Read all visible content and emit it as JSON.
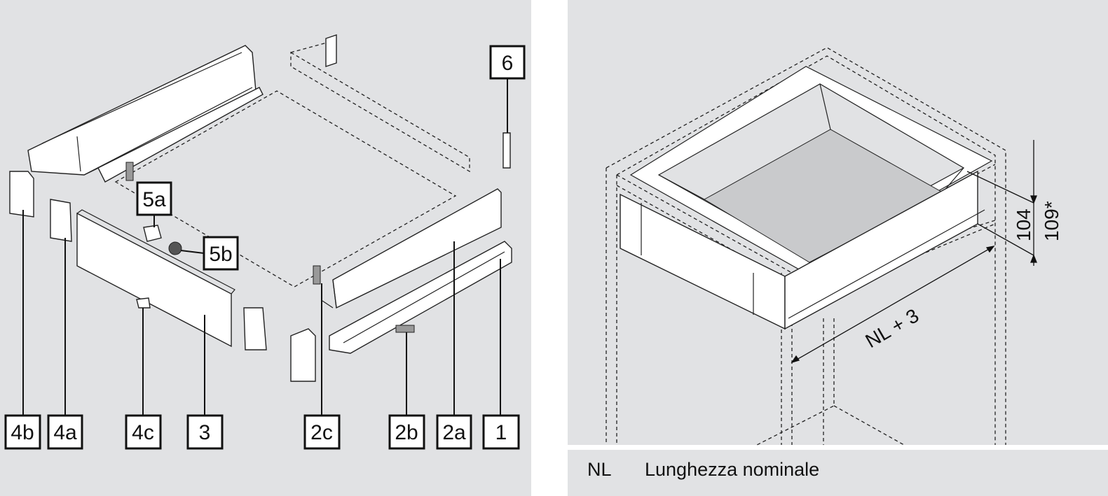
{
  "colors": {
    "panel_bg": "#e1e2e4",
    "gap": "#ffffff",
    "ink": "#111111",
    "drawer_bottom": "#c9cacc"
  },
  "left_panel": {
    "callouts": [
      {
        "id": "6",
        "label": "6"
      },
      {
        "id": "5a",
        "label": "5a"
      },
      {
        "id": "5b",
        "label": "5b"
      },
      {
        "id": "4b",
        "label": "4b"
      },
      {
        "id": "4a",
        "label": "4a"
      },
      {
        "id": "4c",
        "label": "4c"
      },
      {
        "id": "3",
        "label": "3"
      },
      {
        "id": "2c",
        "label": "2c"
      },
      {
        "id": "2b",
        "label": "2b"
      },
      {
        "id": "2a",
        "label": "2a"
      },
      {
        "id": "1",
        "label": "1"
      }
    ]
  },
  "right_panel": {
    "dimensions": {
      "height_inner": "104",
      "height_outer": "109*",
      "length": "NL + 3"
    },
    "legend": {
      "abbr": "NL",
      "text": "Lunghezza nominale"
    }
  }
}
